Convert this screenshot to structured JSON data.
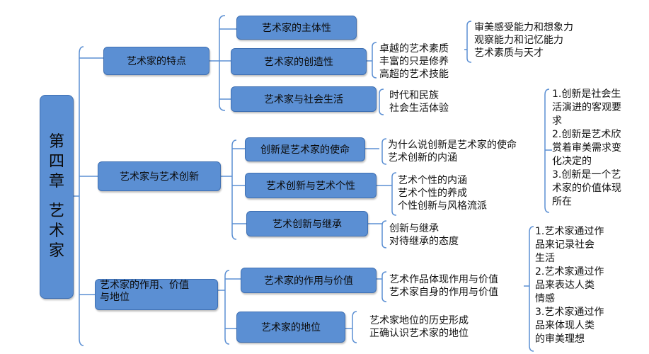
{
  "root": {
    "chars": [
      "第",
      "四",
      "章",
      "",
      "艺",
      "术",
      "家"
    ]
  },
  "l1": {
    "traits": "艺术家的特点",
    "innovation": "艺术家与艺术创新",
    "role_line1": "艺术家的作用、价值",
    "role_line2": "与地位"
  },
  "l2": {
    "subject": "艺术家的主体性",
    "creative": "艺术家的创造性",
    "society": "艺术家与社会生活",
    "mission": "创新是艺术家的使命",
    "personality": "艺术创新与艺术个性",
    "inherit": "艺术创新与继承",
    "function": "艺术家的作用与价值",
    "status": "艺术家的地位"
  },
  "l3": {
    "creative_desc": [
      "卓越的艺术素质",
      "丰富的只是修养",
      "高超的艺术技能"
    ],
    "creative_sub": [
      "审美感受能力和想象力",
      "观察能力和记忆能力",
      "艺术素质与天才"
    ],
    "society_desc": [
      "时代和民族",
      "社会生活体验"
    ],
    "mission_desc": [
      "为什么说创新是艺术家的使命",
      "艺术创新的内涵"
    ],
    "personality_desc": [
      "艺术个性的内涵",
      "艺术个性的养成",
      "个性创新与风格流派"
    ],
    "inherit_desc": [
      "创新与继承",
      "对待继承的态度"
    ],
    "function_desc": [
      "艺术作品体现作用与价值",
      "艺术家自身的作用与价值"
    ],
    "status_desc": [
      "艺术家地位的历史形成",
      "正确认识艺术家的地位"
    ]
  },
  "notes": {
    "mission_note": [
      "1.创新是社会生",
      "活演进的客观要",
      "求",
      "2.创新是艺术欣",
      "赏着审美需求变",
      "化决定的",
      "3.创新是一个艺",
      "术家的价值体现",
      "所在"
    ],
    "function_note": [
      "1.艺术家通过作",
      "品来记录社会",
      "生活",
      "2.艺术家通过作",
      "品来表达人类",
      "情感",
      "3.艺术家通过作",
      "品来体现人类",
      "的审美理想"
    ]
  },
  "colors": {
    "box_fill": "#5b8fd3",
    "box_border": "#3f70b3",
    "line": "#5b8fd3"
  }
}
